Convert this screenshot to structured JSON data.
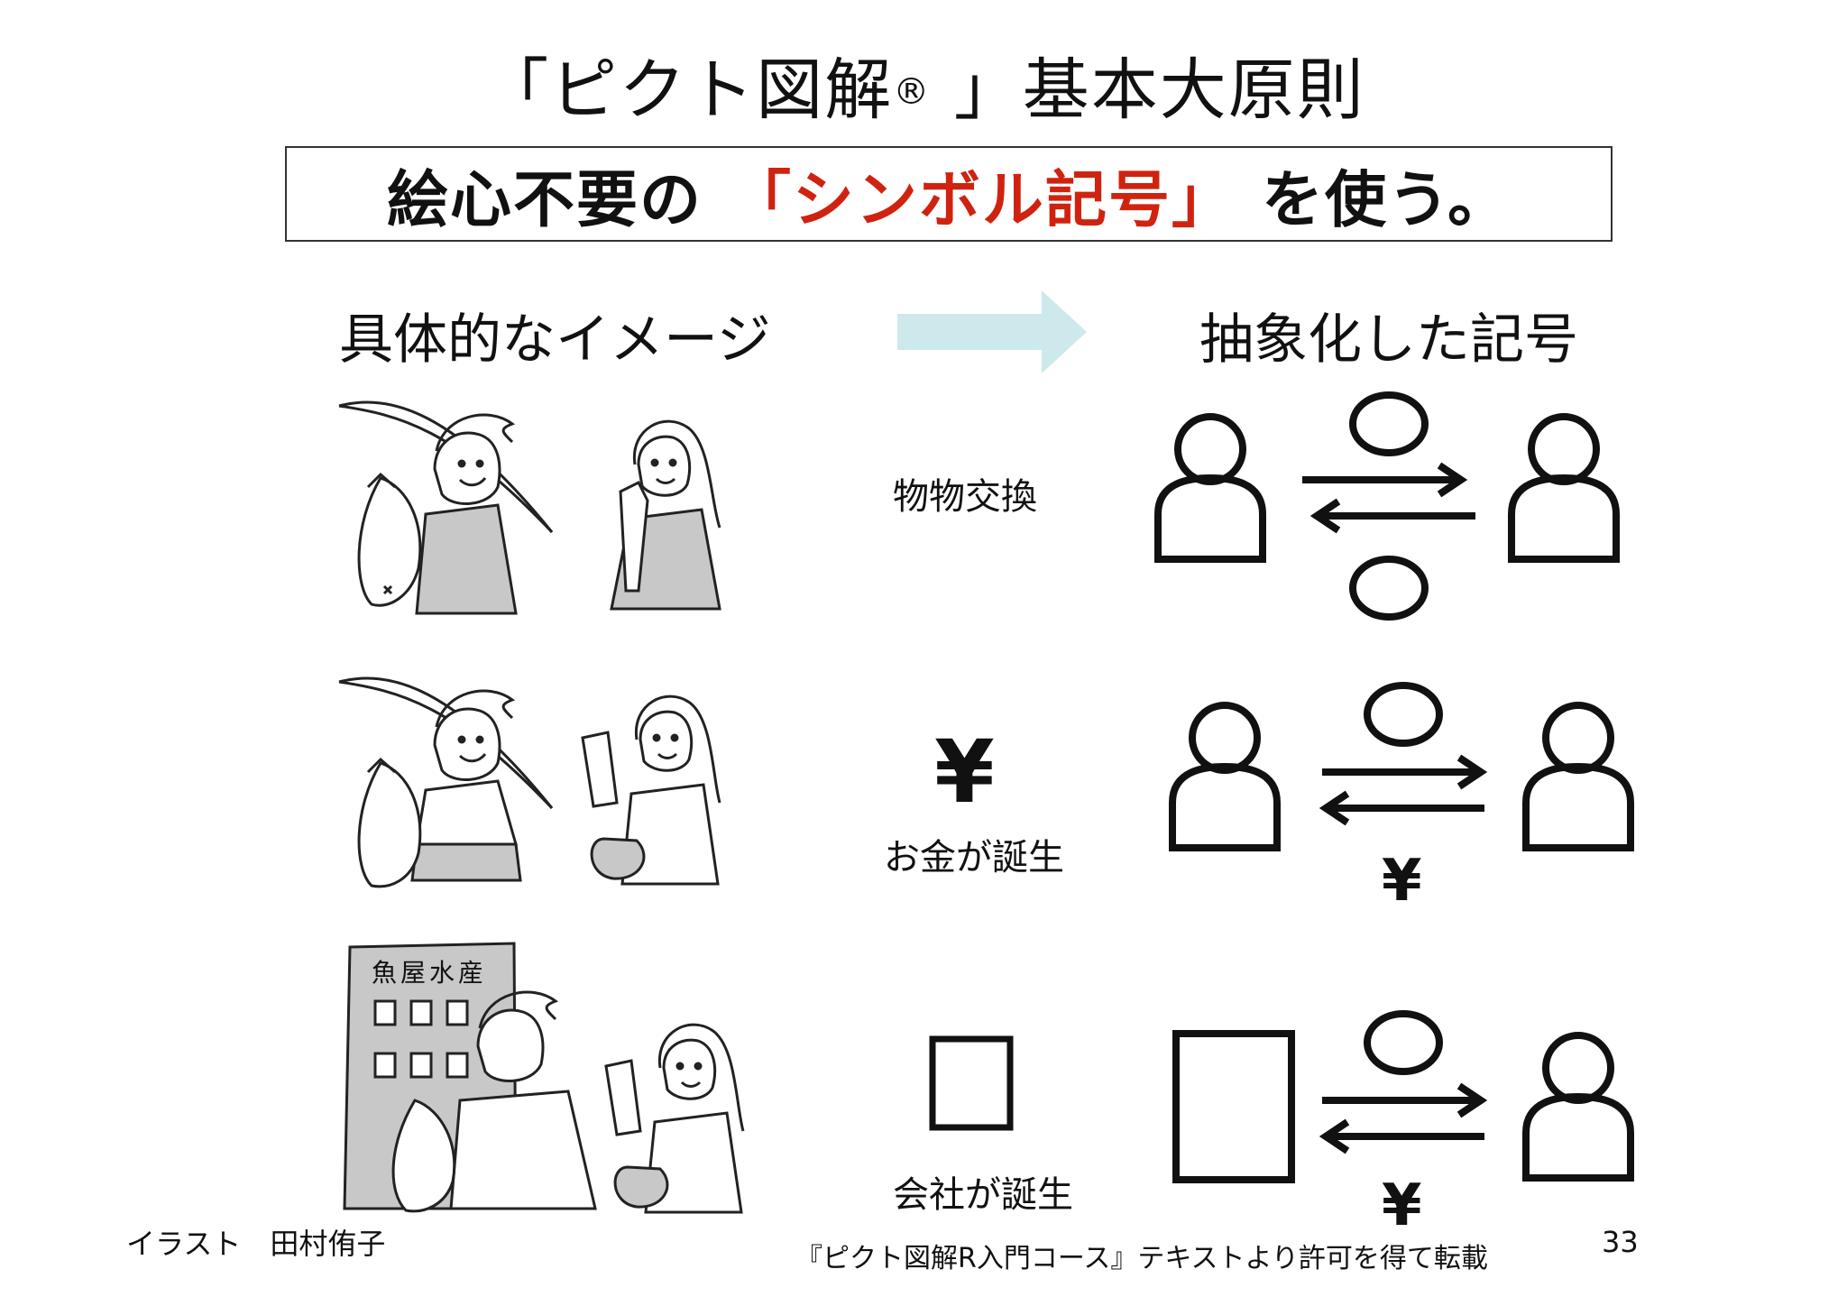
{
  "title": {
    "main": "「ピクト図解",
    "mark": "®",
    "rest": " 」基本大原則"
  },
  "banner": {
    "before": "絵心不要の",
    "highlight": "「シンボル記号」",
    "after": "を使う。"
  },
  "headings": {
    "concrete": "具体的なイメージ",
    "abstract": "抽象化した記号"
  },
  "rows": [
    {
      "label": "物物交換"
    },
    {
      "label": "お金が誕生",
      "symbol": "¥",
      "flow": "¥"
    },
    {
      "label": "会社が誕生",
      "symbol": "□",
      "flow": "¥"
    }
  ],
  "illustration": {
    "sign": "魚屋水産"
  },
  "footer": {
    "credit": "イラスト　田村侑子",
    "source": "『ピクト図解R入門コース』テキストより許可を得て転載",
    "page": "33"
  },
  "colors": {
    "accent": "#d0230f",
    "arrow": "#cde9ec",
    "gray": "#c8c8c8"
  }
}
